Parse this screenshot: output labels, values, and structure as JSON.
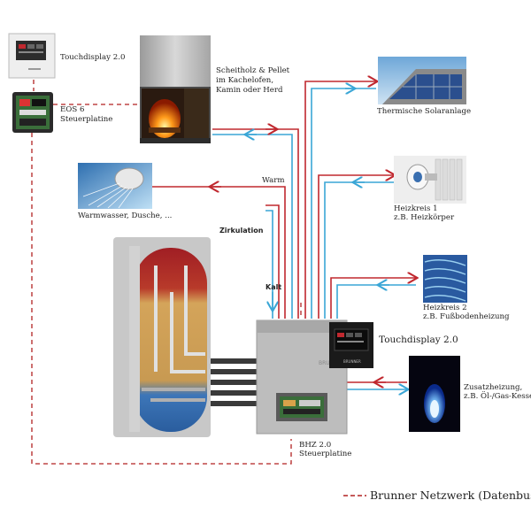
{
  "colors": {
    "warm": "#c0282f",
    "cold": "#3aa6d6",
    "network": "#b22222"
  },
  "labels": {
    "touchdisplay_top": "Touchdisplay 2.0",
    "eos6_line1": "EOS 6",
    "eos6_line2": "Steuerplatine",
    "fireplace_line1": "Scheitholz & Pellet",
    "fireplace_line2": "im Kachelofen,",
    "fireplace_line3": "Kamin oder Herd",
    "solar": "Thermische Solaranlage",
    "shower": "Warmwasser, Dusche, ...",
    "warm": "Warm",
    "zirkulation": "Zirkulation",
    "kalt": "Kalt",
    "heizkreis1_line1": "Heizkreis 1",
    "heizkreis1_line2": "z.B. Heizkörper",
    "heizkreis2_line1": "Heizkreis 2",
    "heizkreis2_line2": "z.B. Fußbodenheizung",
    "touchdisplay_mid": "Touchdisplay 2.0",
    "zusatz_line1": "Zusatzheizung,",
    "zusatz_line2": "z.B. Öl-/Gas-Kessel",
    "bhz_line1": "BHZ 2.0",
    "bhz_line2": "Steuerplatine",
    "legend": "Brunner Netzwerk (Datenbus)",
    "unit_brand": "BRUNNER",
    "touch_brand": "BRUNNER"
  },
  "icons": [
    "touchdisplay-icon",
    "circuit-board-icon",
    "fireplace-icon",
    "solar-roof-icon",
    "shower-icon",
    "radiator-icon",
    "floor-heating-icon",
    "gas-flame-icon",
    "storage-tank-icon",
    "control-unit-icon"
  ]
}
